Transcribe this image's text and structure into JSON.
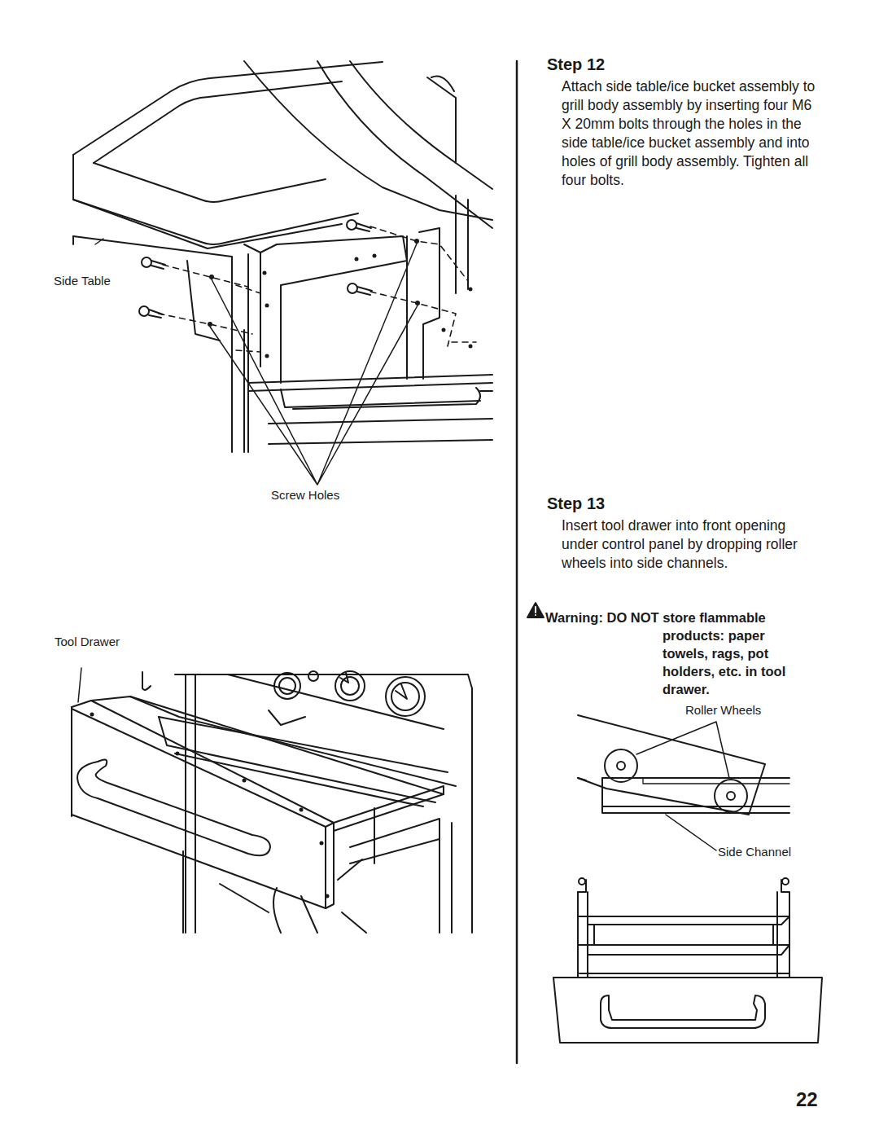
{
  "diagram": {
    "labels": [
      "Step 12",
      "Attach side table/ice bucket assembly to grill body assembly by inserting four M6 X 20mm bolts through the holes in the side table/ice bucket assembly and into holes of grill body assembly. Tighten all four bolts.",
      "Side Table",
      "Screw Holes",
      "Step 13",
      "Insert tool drawer into front opening under control panel by dropping roller wheels into side channels.",
      "Warning:",
      "DO NOT store flammable products: paper towels, rags, pot holders, etc. in tool drawer.",
      "Tool Drawer",
      "Roller Wheels",
      "Side Channel",
      "22"
    ]
  }
}
